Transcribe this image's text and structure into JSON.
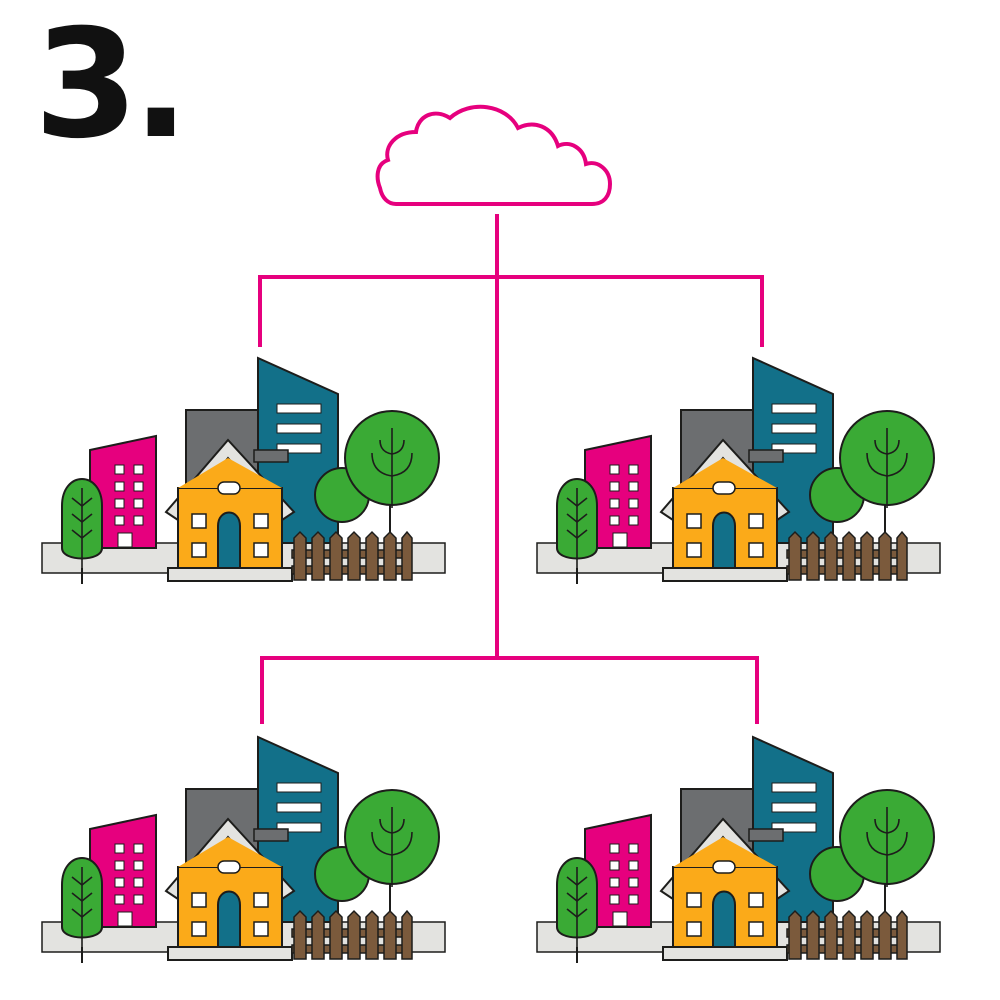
{
  "step_label": "3.",
  "colors": {
    "connector": "#e6007e",
    "outline": "#1d1d1b",
    "ground": "#e3e3e0",
    "pink_building": "#e6007e",
    "grey_building": "#6c6e70",
    "teal_building": "#127089",
    "house": "#fbaa19",
    "house_door": "#127089",
    "roof_trim": "#e3e3e0",
    "tree": "#3aaa35",
    "fence": "#7b5a3c",
    "window": "#ffffff"
  },
  "diagram": {
    "hub": {
      "icon": "cloud-icon"
    },
    "nodes": [
      {
        "name": "neighborhood-top-left",
        "icon": "neighborhood-icon"
      },
      {
        "name": "neighborhood-top-right",
        "icon": "neighborhood-icon"
      },
      {
        "name": "neighborhood-bottom-left",
        "icon": "neighborhood-icon"
      },
      {
        "name": "neighborhood-bottom-right",
        "icon": "neighborhood-icon"
      }
    ]
  }
}
